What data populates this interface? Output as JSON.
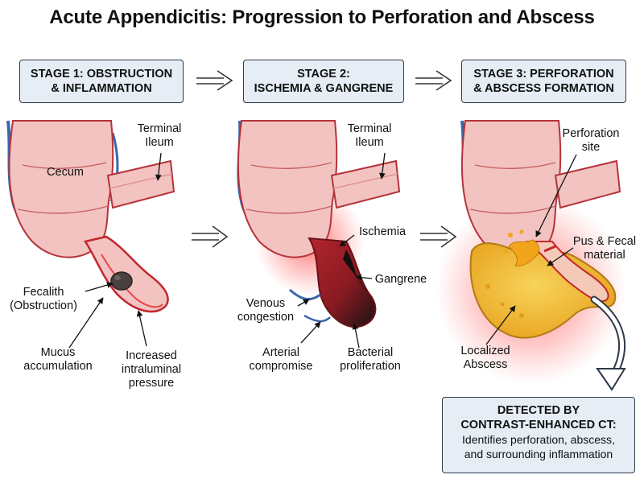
{
  "title": "Acute Appendicitis: Progression to Perforation and Abscess",
  "stages": [
    {
      "line1": "STAGE 1: OBSTRUCTION",
      "line2": "& INFLAMMATION"
    },
    {
      "line1": "STAGE 2:",
      "line2": "ISCHEMIA & GANGRENE"
    },
    {
      "line1": "STAGE 3: PERFORATION",
      "line2": "& ABSCESS FORMATION"
    }
  ],
  "labels": {
    "s1_terminal_ileum": [
      "Terminal",
      "Ileum"
    ],
    "s1_cecum": "Cecum",
    "s1_fecalith": [
      "Fecalith",
      "(Obstruction)"
    ],
    "s1_mucus": [
      "Mucus",
      "accumulation"
    ],
    "s1_pressure": [
      "Increased",
      "intraluminal",
      "pressure"
    ],
    "s2_terminal_ileum": [
      "Terminal",
      "Ileum"
    ],
    "s2_ischemia": "Ischemia",
    "s2_gangrene": "Gangrene",
    "s2_venous": [
      "Venous",
      "congestion"
    ],
    "s2_arterial": [
      "Arterial",
      "compromise"
    ],
    "s2_bacterial": [
      "Bacterial",
      "proliferation"
    ],
    "s3_perforation": [
      "Perforation",
      "site"
    ],
    "s3_pus": [
      "Pus & Fecal",
      "material"
    ],
    "s3_abscess": [
      "Localized",
      "Abscess"
    ]
  },
  "ct": {
    "heading1": "DETECTED BY",
    "heading2": "CONTRAST-ENHANCED CT:",
    "body1": "Identifies perforation, abscess,",
    "body2": "and surrounding inflammation"
  },
  "colors": {
    "tissue": "#f2c3c0",
    "tissue_outline": "#b5333b",
    "vessel": "#3a67a8",
    "stage_box_bg": "#e6edf5",
    "ischemia": "#c0272d",
    "gangrene": "#1a1a1a",
    "abscess": "#f2b929",
    "inflammation_glow": "#ff4b4b"
  }
}
